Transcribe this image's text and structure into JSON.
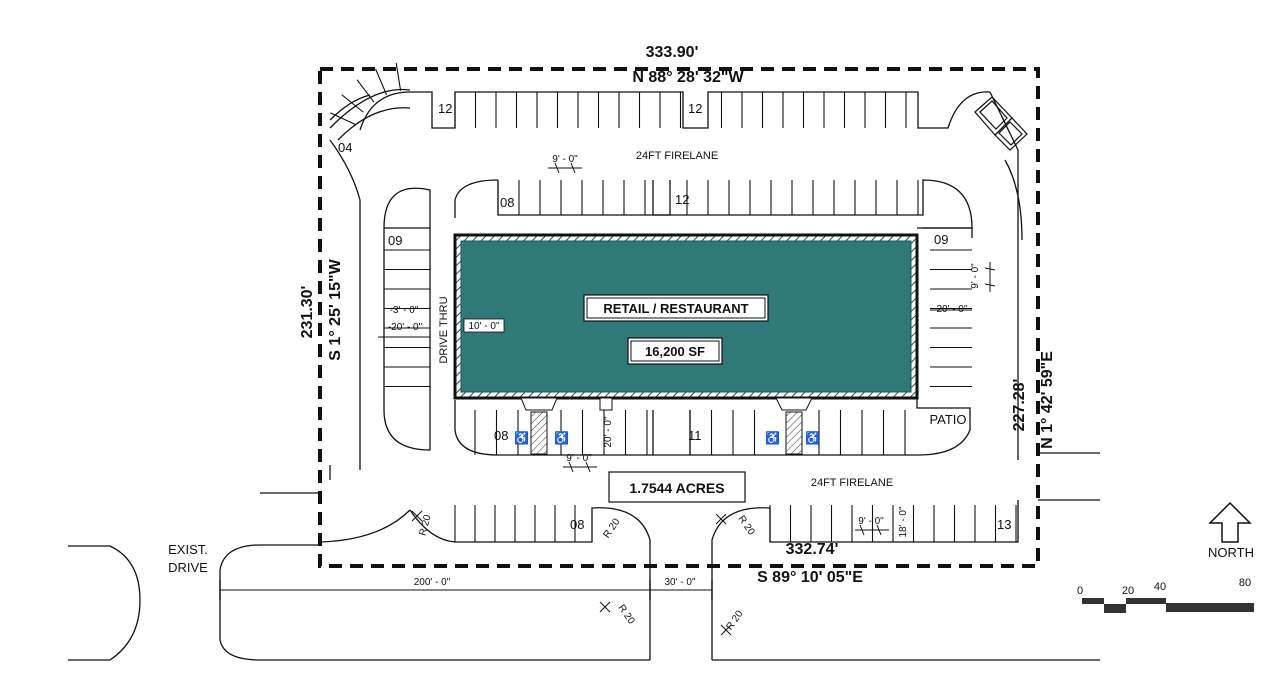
{
  "boundary": {
    "top_length": "333.90'",
    "top_bearing": "N 88° 28' 32\"W",
    "bottom_length": "332.74'",
    "bottom_bearing": "S 89° 10' 05\"E",
    "left_length": "231.30'",
    "left_bearing": "S 1° 25' 15\"W",
    "right_length": "227.28'",
    "right_bearing": "N 1° 42' 59\"E"
  },
  "building": {
    "use": "RETAIL / RESTAURANT",
    "area": "16,200 SF"
  },
  "site_area": "1.7544 ACRES",
  "firelane_top": "24FT FIRELANE",
  "firelane_bottom": "24FT FIRELANE",
  "drive_thru": "DRIVE THRU",
  "patio": "PATIO",
  "exist_drive": [
    "EXIST.",
    "DRIVE"
  ],
  "north": "NORTH",
  "parking_counts": {
    "top_left": "12",
    "top_right": "12",
    "corner_nw": "04",
    "inner_left": "08",
    "inner_right": "12",
    "west": "09",
    "east": "09",
    "south_left": "08",
    "south_right": "11",
    "bottom_left": "08",
    "bottom_right": "13"
  },
  "dimensions": {
    "stall_width_top": "9' - 0\"",
    "stall_width_south": "9' - 0\"",
    "stall_width_bottom": "9' - 0\"",
    "stall_width_east": "9' - 0\"",
    "stall_depth_east": "20' - 0\"",
    "stall_depth_west": "-20' - 0\"",
    "west_offset": "-3' - 0\"",
    "drive_thru_width": "10' - 0\"",
    "south_depth": "20' - 0\"",
    "bottom_depth": "18' - 0\"",
    "road_200": "200' - 0\"",
    "road_30": "30' - 0\"",
    "radius_1": "R 20",
    "radius_2": "R 20",
    "radius_3": "R 20",
    "radius_4": "R 20",
    "radius_5": "R 20"
  },
  "scale_bar": [
    "0",
    "20",
    "40",
    "80"
  ],
  "colors": {
    "building_fill": "#2f7a78",
    "line": "#111111"
  }
}
